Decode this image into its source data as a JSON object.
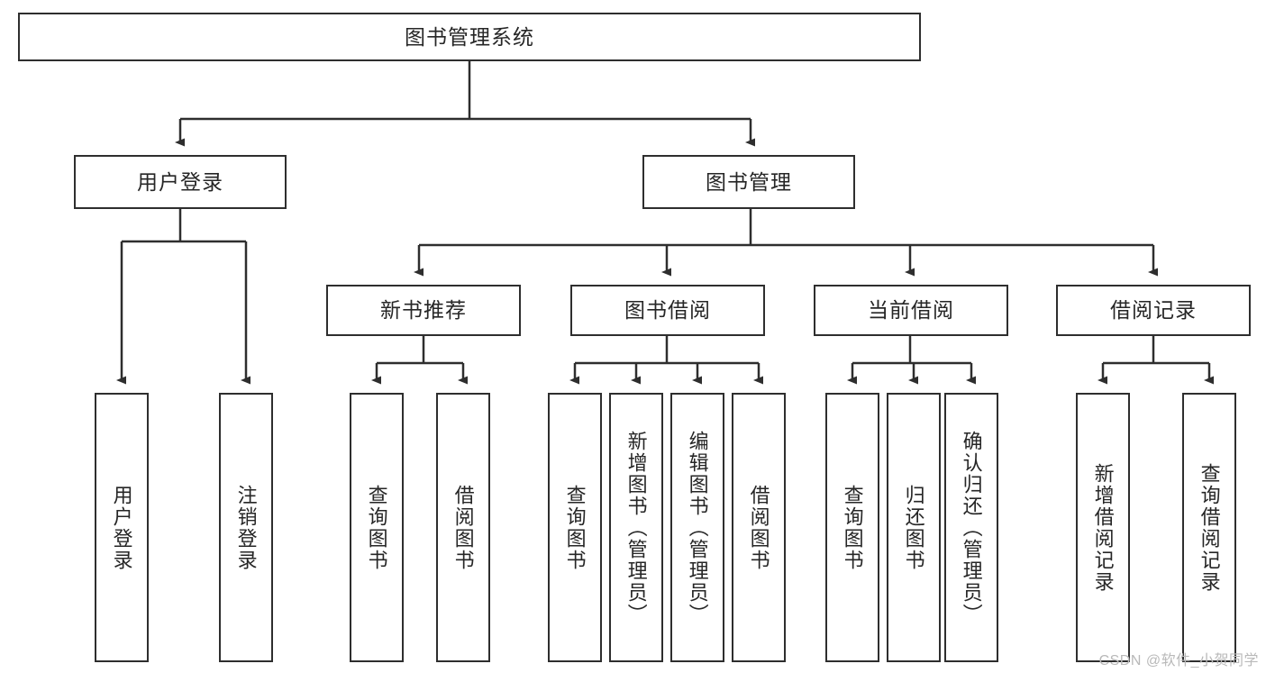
{
  "diagram": {
    "title_node": {
      "label": "图书管理系统"
    },
    "level2": [
      {
        "label": "用户登录"
      },
      {
        "label": "图书管理"
      }
    ],
    "level3": [
      {
        "label": "新书推荐"
      },
      {
        "label": "图书借阅"
      },
      {
        "label": "当前借阅"
      },
      {
        "label": "借阅记录"
      }
    ],
    "leaves": {
      "user_login": [
        {
          "label": "用户登录"
        },
        {
          "label": "注销登录"
        }
      ],
      "new_book_recommend": [
        {
          "label": "查询图书"
        },
        {
          "label": "借阅图书"
        }
      ],
      "book_borrow": [
        {
          "label": "查询图书"
        },
        {
          "label": "新增图书（管理员）"
        },
        {
          "label": "编辑图书（管理员）"
        },
        {
          "label": "借阅图书"
        }
      ],
      "current_borrow": [
        {
          "label": "查询图书"
        },
        {
          "label": "归还图书"
        },
        {
          "label": "确认归还（管理员）"
        }
      ],
      "borrow_records": [
        {
          "label": "新增借阅记录"
        },
        {
          "label": "查询借阅记录"
        }
      ]
    }
  },
  "watermark": {
    "text": "CSDN @软件_小贺同学"
  },
  "colors": {
    "stroke": "#2e2e2e",
    "background": "#ffffff",
    "text": "#262626",
    "watermark": "#b9b9b9"
  }
}
